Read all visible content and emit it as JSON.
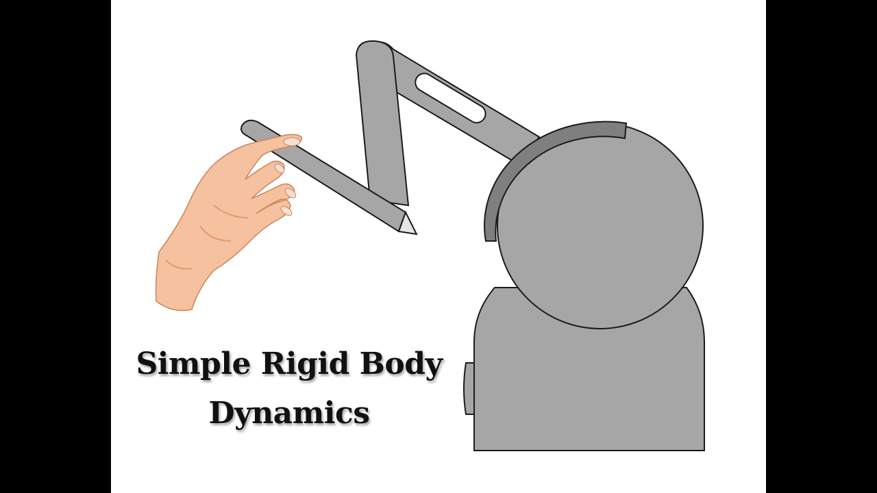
{
  "slide": {
    "title_line_1": "Simple Rigid Body",
    "title_line_2": "Dynamics"
  },
  "colors": {
    "letterbox": "#000000",
    "slide_background": "#ffffff",
    "robot_fill": "#a6a6a6",
    "robot_dark": "#7f7f7f",
    "outline": "#1a1a1a",
    "skin": "#f5c19e",
    "skin_shadow": "#e09a76",
    "nail": "#f7dfd2"
  },
  "icons": {
    "illustration": "robot-arm-with-stylus-and-hand"
  }
}
